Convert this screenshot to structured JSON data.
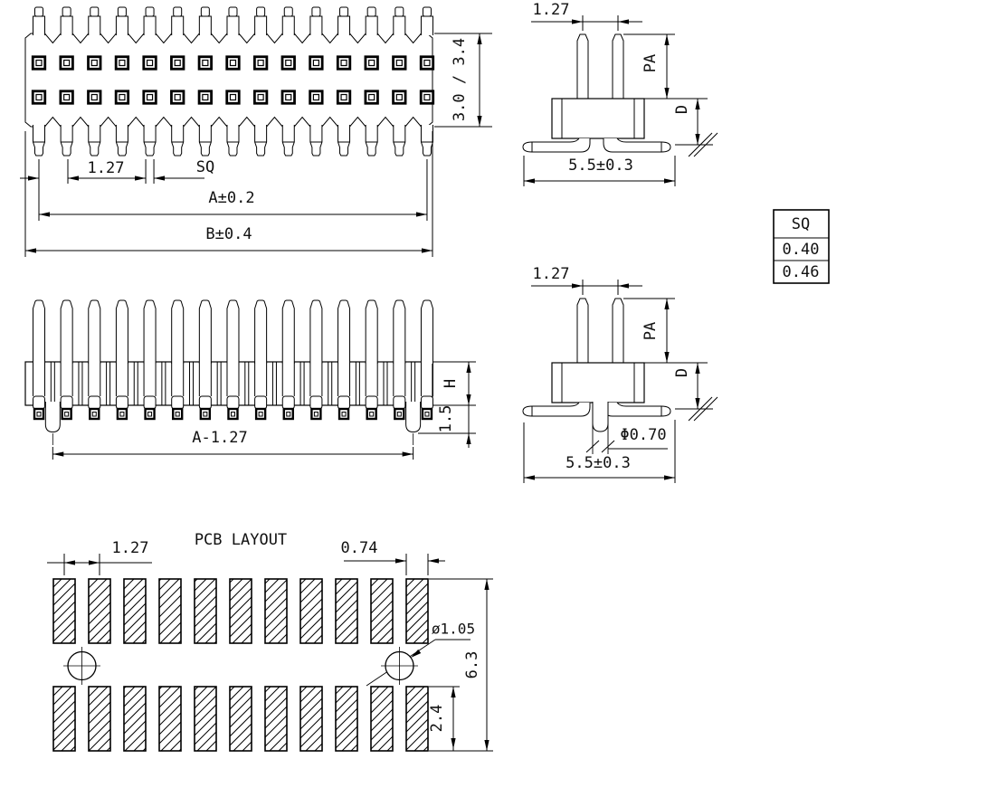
{
  "drawing_title": "Pin header engineering drawing",
  "colors": {
    "background": "#ffffff",
    "line": "#000000",
    "text": "#111111"
  },
  "views": {
    "top_view": {
      "pin_count": 15,
      "pad_rows": 2,
      "dim_pitch": "1.27",
      "dim_sq": "SQ",
      "dim_a": "A±0.2",
      "dim_b": "B±0.4",
      "dim_height": "3.0 / 3.4"
    },
    "side_view_upper": {
      "pin_count": 2,
      "dim_pitch": "1.27",
      "dim_pa": "PA",
      "dim_d": "D",
      "dim_span": "5.5±0.3"
    },
    "front_view": {
      "pin_count": 15,
      "peg_count": 2,
      "dim_a": "A-1.27",
      "dim_h": "H",
      "dim_peg": "1.5"
    },
    "side_view_lower": {
      "pin_count": 2,
      "dim_pitch": "1.27",
      "dim_pa": "PA",
      "dim_d": "D",
      "dim_peg_dia": "Φ0.70",
      "dim_span": "5.5±0.3"
    },
    "sq_table": {
      "header": "SQ",
      "values": [
        "0.40",
        "0.46"
      ]
    },
    "pcb_layout": {
      "title": "PCB LAYOUT",
      "pads_per_row": 11,
      "rows": 2,
      "hole_count": 2,
      "dim_pitch": "1.27",
      "dim_pad_width": "0.74",
      "dim_hole": "ø1.05",
      "dim_overall": "6.3",
      "dim_pad_height": "2.4"
    }
  }
}
